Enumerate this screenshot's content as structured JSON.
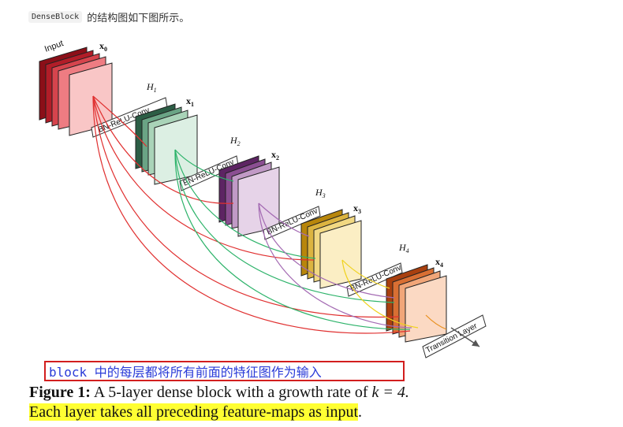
{
  "intro": {
    "code": "DenseBlock",
    "text": "的结构图如下图所示。"
  },
  "figure": {
    "input_label": "Input",
    "feature_labels": [
      "x0",
      "x1",
      "x2",
      "x3",
      "x4"
    ],
    "layer_labels": [
      "H1",
      "H2",
      "H3",
      "H4"
    ],
    "conv_label": "BN-ReLU-Conv",
    "transition_label": "Transition Layer",
    "colors": {
      "x0": "#c0202a",
      "x0_light": "#f9c6c6",
      "x1": "#3f7a5c",
      "x1_light": "#dcefe3",
      "x2": "#6b2f73",
      "x2_light": "#e6d3e8",
      "x3": "#b8860b",
      "x3_light": "#fbeec4",
      "x4": "#c2561a",
      "x4_light": "#fbd9c3",
      "arrow_red": "#e03030",
      "arrow_green": "#2db36a",
      "arrow_purple": "#a46bb3",
      "arrow_yellow": "#f0d21e"
    }
  },
  "note": "block 中的每层都将所有前面的特征图作为输入",
  "caption": {
    "label": "Figure 1:",
    "text": "A 5-layer dense block with a growth rate of",
    "k_expr": "k = 4.",
    "line2": "Each layer takes all preceding feature-maps as input",
    "line2_end": "."
  }
}
